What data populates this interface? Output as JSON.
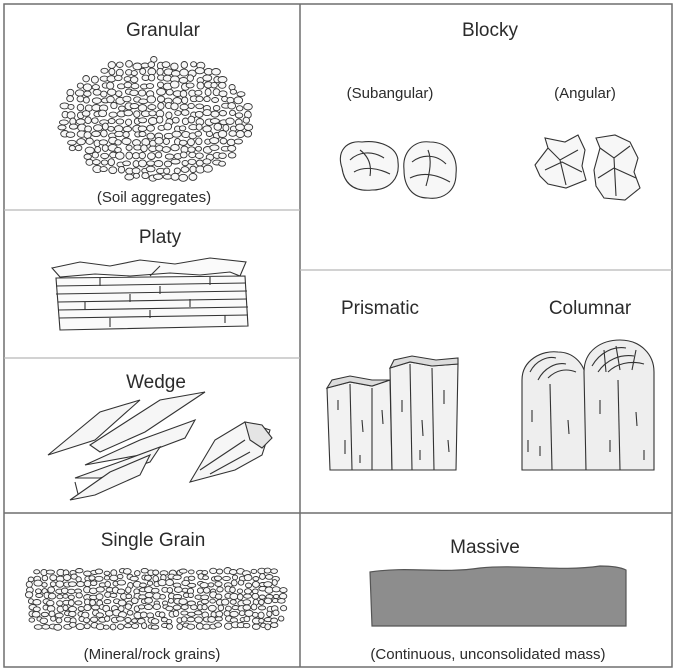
{
  "cells": {
    "granular": {
      "title": "Granular",
      "caption": "(Soil aggregates)",
      "icon": "granular-aggregate-icon"
    },
    "platy": {
      "title": "Platy",
      "icon": "platy-layers-icon"
    },
    "wedge": {
      "title": "Wedge",
      "icon": "wedge-shards-icon"
    },
    "single_grain": {
      "title": "Single Grain",
      "caption": "(Mineral/rock grains)",
      "icon": "single-grain-icon"
    },
    "blocky": {
      "title": "Blocky",
      "subangular": {
        "label": "(Subangular)",
        "icon": "subangular-block-icon"
      },
      "angular": {
        "label": "(Angular)",
        "icon": "angular-block-icon"
      }
    },
    "prismatic": {
      "title": "Prismatic",
      "icon": "prismatic-column-icon"
    },
    "columnar": {
      "title": "Columnar",
      "icon": "columnar-column-icon"
    },
    "massive": {
      "title": "Massive",
      "caption": "(Continuous, unconsolidated mass)",
      "icon": "massive-block-icon"
    }
  },
  "colors": {
    "border": "#6f6f6f",
    "divider": "#b8b8b8",
    "grain_fill": "#f7f7f7",
    "massive_fill": "#8d8d8d",
    "column_fill": "#e9e9e9"
  }
}
